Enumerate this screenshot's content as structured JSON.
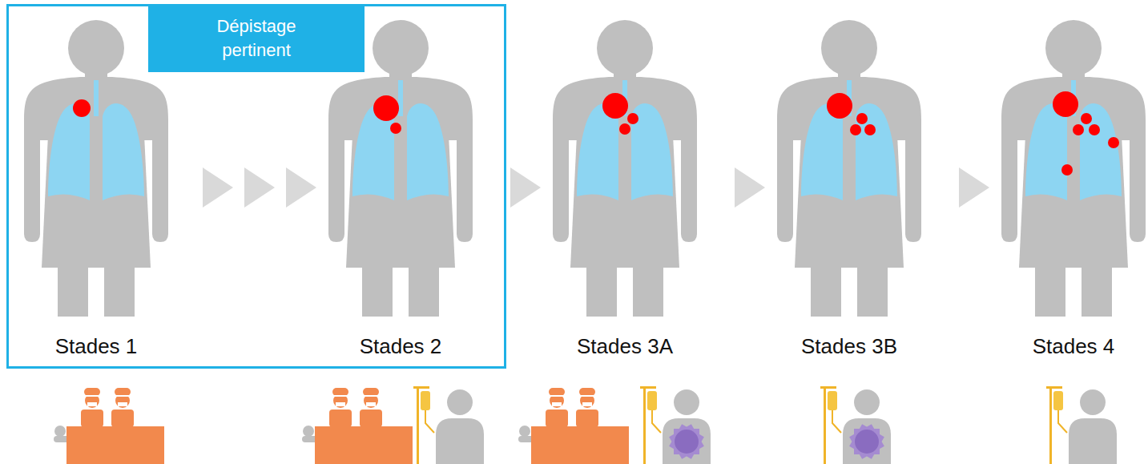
{
  "diagram": {
    "nodes": [
      {
        "text": [
          "Dépistage pertinent"
        ]
      },
      {
        "text": [
          "Stades 1"
        ],
        "in": 0
      },
      {
        "text": [
          "Stades 2"
        ],
        "in": 0
      },
      {
        "text": [
          "Stades 3A"
        ]
      },
      {
        "text": [
          "Stades 3B"
        ]
      },
      {
        "text": [
          "Stades 4"
        ]
      }
    ],
    "edges": [
      {
        "from": 1,
        "to": 2,
        "arrow": "to"
      },
      {
        "from": 2,
        "to": 3,
        "arrow": "to"
      },
      {
        "from": 3,
        "to": 4,
        "arrow": "to"
      },
      {
        "from": 4,
        "to": 5,
        "arrow": "to"
      }
    ]
  }
}
